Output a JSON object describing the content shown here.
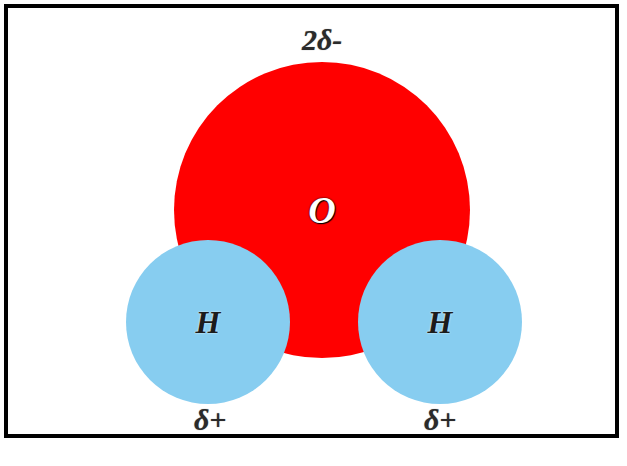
{
  "diagram": {
    "nodes": [
      {
        "text": [
          "O"
        ]
      },
      {
        "text": [
          "H"
        ]
      },
      {
        "text": [
          "H"
        ]
      }
    ],
    "labels": [
      "2δ-",
      "δ+",
      "δ+"
    ]
  }
}
